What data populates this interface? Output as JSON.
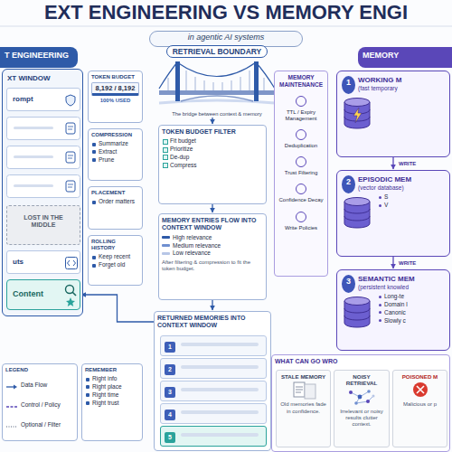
{
  "diagram": {
    "title": "EXT ENGINEERING VS MEMORY ENGI",
    "nodes": [
      {
        "text": [
          "in agentic AI systems"
        ]
      },
      {
        "text": [
          "T ENGINEERING"
        ]
      },
      {
        "text": [
          "XT WINDOW"
        ]
      },
      {
        "text": [
          "rompt"
        ],
        "in": 2
      },
      {
        "text": [
          "LOST IN THE MIDDLE"
        ],
        "in": 2
      },
      {
        "text": [
          "uts"
        ],
        "in": 2
      },
      {
        "text": [
          "Content"
        ],
        "in": 2
      },
      {
        "text": [
          "TOKEN BUDGET",
          "8,192 / 8,192",
          "100% USED"
        ]
      },
      {
        "text": [
          "COMPRESSION",
          "Summarize",
          "Extract",
          "Prune"
        ]
      },
      {
        "text": [
          "PLACEMENT",
          "Order matters"
        ]
      },
      {
        "text": [
          "ROLLING HISTORY",
          "Keep recent",
          "Forget old"
        ]
      },
      {
        "text": [
          "RETRIEVAL BOUNDARY",
          "The bridge between context & memory"
        ]
      },
      {
        "text": [
          "TOKEN BUDGET FILTER",
          "Fit budget",
          "Prioritize",
          "De-dup",
          "Compress"
        ]
      },
      {
        "text": [
          "MEMORY ENTRIES FLOW INTO CONTEXT WINDOW",
          "High relevance",
          "Medium relevance",
          "Low relevance",
          "After filtering & compression to fit the token budget."
        ]
      },
      {
        "text": [
          "RETURNED MEMORIES INTO CONTEXT WINDOW"
        ]
      },
      {
        "text": [
          "1"
        ],
        "in": 14
      },
      {
        "text": [
          "2"
        ],
        "in": 14
      },
      {
        "text": [
          "3"
        ],
        "in": 14
      },
      {
        "text": [
          "4"
        ],
        "in": 14
      },
      {
        "text": [
          "5"
        ],
        "in": 14
      },
      {
        "text": [
          "MEMORY MAINTENANCE",
          "TTL / Expiry Management",
          "Deduplication",
          "Trust Filtering",
          "Confidence Decay",
          "Write Policies"
        ]
      },
      {
        "text": [
          "MEMORY"
        ]
      },
      {
        "text": [
          "WORKING M",
          "(fast temporary"
        ]
      },
      {
        "text": [
          "1"
        ],
        "in": 22
      },
      {
        "text": [
          "EPISODIC MEM",
          "(vector database)",
          "S",
          "V"
        ]
      },
      {
        "text": [
          "2"
        ],
        "in": 24
      },
      {
        "text": [
          "SEMANTIC MEM",
          "(persistent knowled",
          "Long-te",
          "Domain l",
          "Canonic",
          "Slowly c"
        ]
      },
      {
        "text": [
          "3"
        ],
        "in": 26
      },
      {
        "text": [
          "WHAT CAN GO WRO"
        ]
      },
      {
        "text": [
          "STALE MEMORY",
          "Old memories fade in confidence."
        ],
        "in": 28
      },
      {
        "text": [
          "NOISY RETRIEVAL",
          "Irrelevant or noisy results clutter context."
        ],
        "in": 28
      },
      {
        "text": [
          "POISONED M",
          "Malicious or p"
        ],
        "in": 28
      },
      {
        "text": [
          "LEGEND"
        ]
      },
      {
        "text": [
          "REMEMBER",
          "Right info",
          "Right place",
          "Right time",
          "Right trust"
        ]
      }
    ],
    "edges": [
      {
        "from": 11,
        "to": 12,
        "arrow": "to"
      },
      {
        "from": 12,
        "to": 13,
        "arrow": "to"
      },
      {
        "from": 13,
        "to": 14,
        "arrow": "to"
      },
      {
        "from": 22,
        "to": 24,
        "label": "WRITE",
        "arrow": "to"
      },
      {
        "from": 24,
        "to": 26,
        "label": "WRITE",
        "arrow": "to"
      },
      {
        "from": 14,
        "to": 6,
        "arrow": "to"
      }
    ],
    "legend": [
      {
        "text": "Data Flow"
      },
      {
        "text": "Control / Policy"
      },
      {
        "text": "Optional / Filter"
      }
    ]
  }
}
